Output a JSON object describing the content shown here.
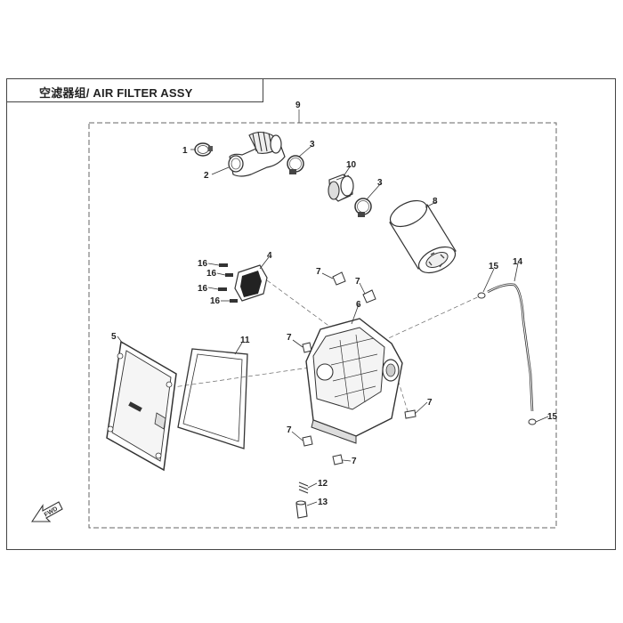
{
  "title": "空滤器组/ AIR FILTER ASSY",
  "fwd_label": "FWD",
  "callouts": {
    "c9": "9",
    "c1": "1",
    "c2": "2",
    "c3a": "3",
    "c3b": "3",
    "c10": "10",
    "c8": "8",
    "c16a": "16",
    "c16b": "16",
    "c16c": "16",
    "c16d": "16",
    "c4": "4",
    "c7a": "7",
    "c7b": "7",
    "c7c": "7",
    "c7d": "7",
    "c7e": "7",
    "c7f": "7",
    "c6": "6",
    "c15a": "15",
    "c14": "14",
    "c15b": "15",
    "c5": "5",
    "c11": "11",
    "c12": "12",
    "c13": "13"
  }
}
